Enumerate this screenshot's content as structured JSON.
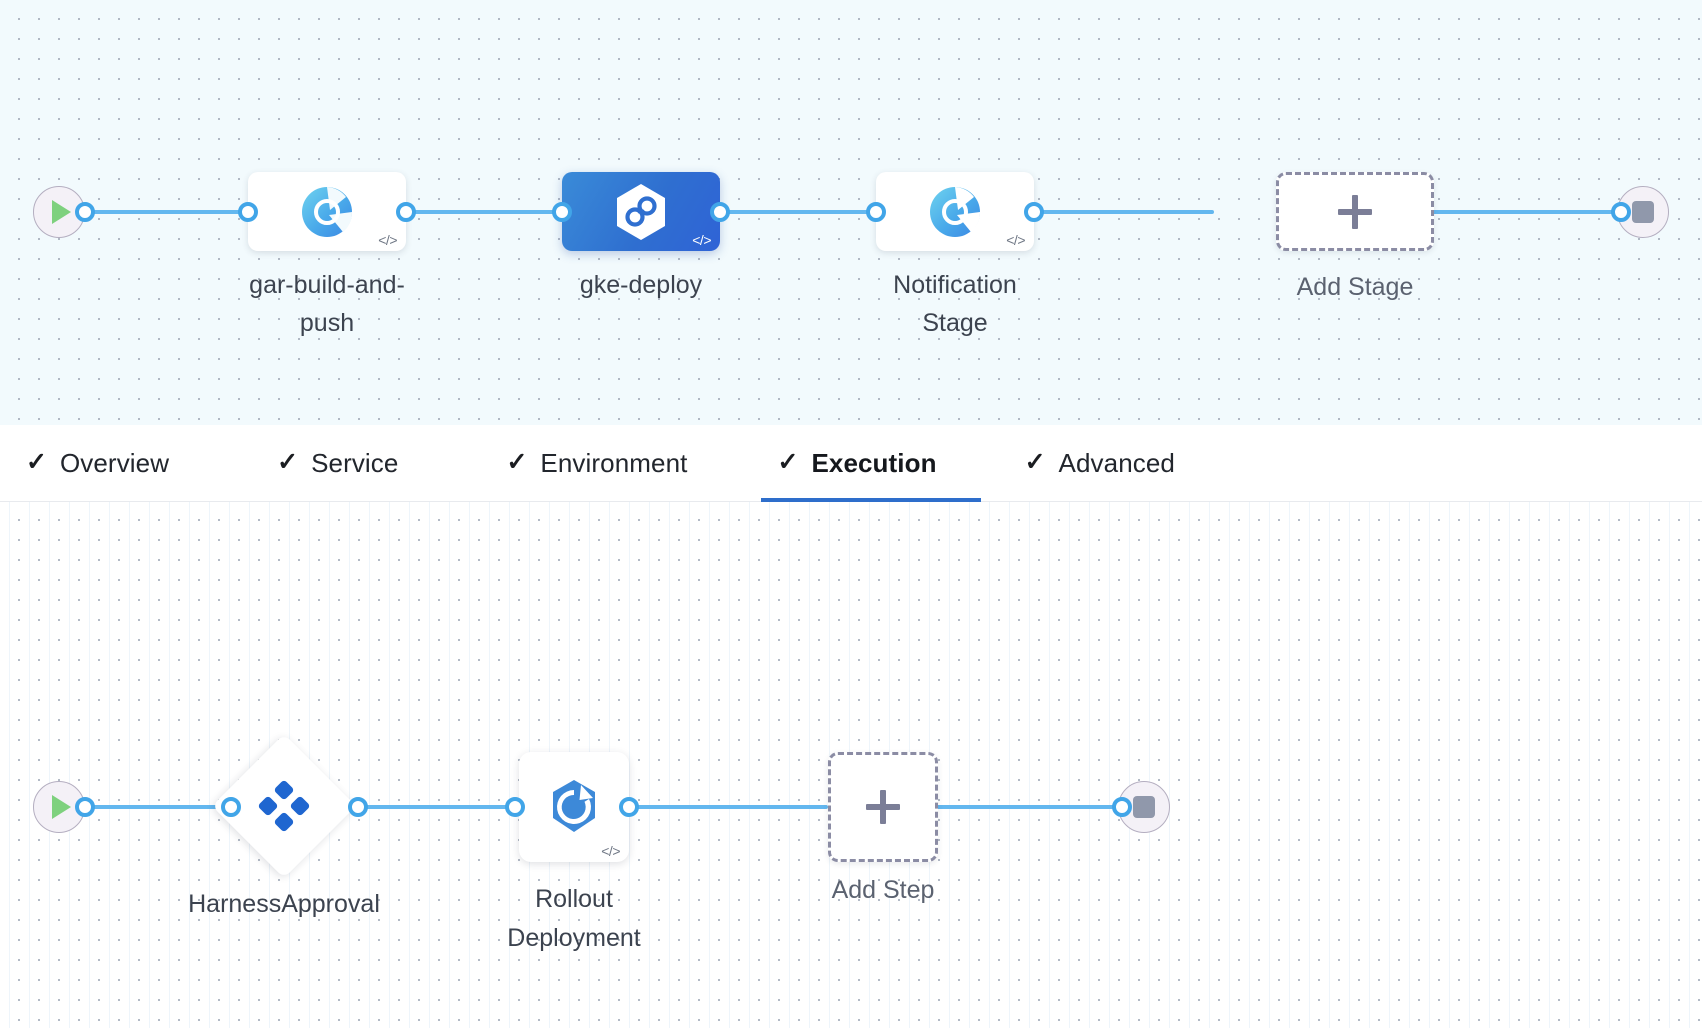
{
  "colors": {
    "accent": "#2e6ecb",
    "edge": "#63b7ef",
    "port": "#41a5e8",
    "selected_stage": "#3070d2",
    "add_node_border": "#8b8ca4",
    "stage_canvas_bg": "#f2fafd",
    "step_canvas_bg": "#ffffff",
    "label_text": "#3c434f",
    "start_icon": "#7ed17e",
    "end_icon": "#9098ab"
  },
  "stage_canvas": {
    "name": "pipeline-stage-graph",
    "start_node": {
      "icon": "play-icon",
      "label": ""
    },
    "end_node": {
      "icon": "stop-icon",
      "label": ""
    },
    "stages": [
      {
        "id": "gar-build-and-push",
        "label": "gar-build-and-push",
        "icon": "ci-build-icon",
        "selected": false,
        "badge": "</>"
      },
      {
        "id": "gke-deploy",
        "label": "gke-deploy",
        "icon": "cd-deploy-hexagon-icon",
        "selected": true,
        "badge": "</>"
      },
      {
        "id": "notification-stage",
        "label": "Notification Stage",
        "icon": "ci-build-icon",
        "selected": false,
        "badge": "</>"
      }
    ],
    "add_stage": {
      "label": "Add Stage",
      "icon": "plus-icon"
    }
  },
  "tabs": {
    "name": "stage-config-tabs",
    "items": [
      {
        "id": "overview",
        "label": "Overview",
        "check": "✓",
        "active": false
      },
      {
        "id": "service",
        "label": "Service",
        "check": "✓",
        "active": false
      },
      {
        "id": "environment",
        "label": "Environment",
        "check": "✓",
        "active": false
      },
      {
        "id": "execution",
        "label": "Execution",
        "check": "✓",
        "active": true
      },
      {
        "id": "advanced",
        "label": "Advanced",
        "check": "✓",
        "active": false
      }
    ]
  },
  "step_canvas": {
    "name": "execution-step-graph",
    "start_node": {
      "icon": "play-icon"
    },
    "end_node": {
      "icon": "stop-icon"
    },
    "steps": [
      {
        "id": "harness-approval",
        "label": "HarnessApproval",
        "icon": "harness-approval-diamond-icon",
        "shape": "diamond",
        "badge": ""
      },
      {
        "id": "rollout-deployment",
        "label": "Rollout Deployment",
        "icon": "k8s-rollout-icon",
        "shape": "square",
        "badge": "</>"
      }
    ],
    "add_step": {
      "label": "Add Step",
      "icon": "plus-icon"
    }
  }
}
